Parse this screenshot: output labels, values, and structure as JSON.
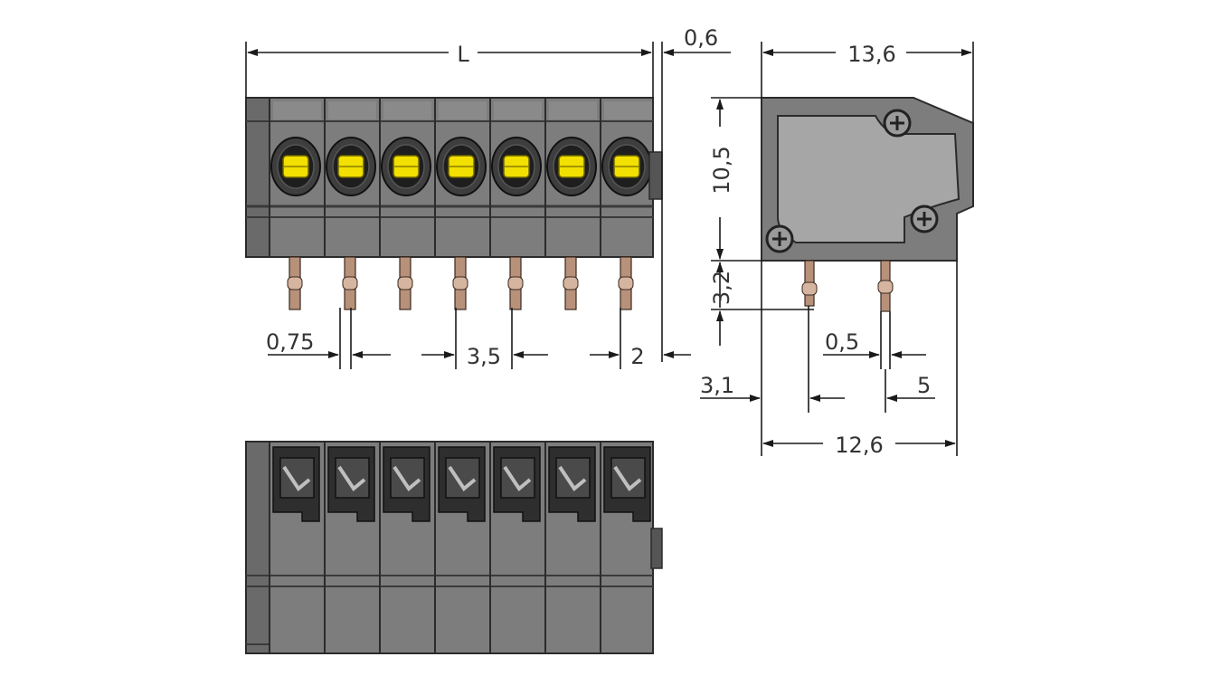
{
  "drawing": {
    "pole_count": 7,
    "colors": {
      "housing": "#7d7d7d",
      "housing_dark": "#5a5a5a",
      "button": "#f2e000",
      "pin": "#b8917a",
      "outline": "#2b2b2b"
    },
    "dimensions": {
      "length": "L",
      "offset_top": "0,6",
      "pin_width": "0,75",
      "pitch": "3,5",
      "end_offset": "2",
      "depth": "13,6",
      "height": "10,5",
      "pin_length": "3,2",
      "pin_thickness": "0,5",
      "pin_offset": "3,1",
      "pin_spacing": "5",
      "base_depth": "12,6"
    }
  }
}
